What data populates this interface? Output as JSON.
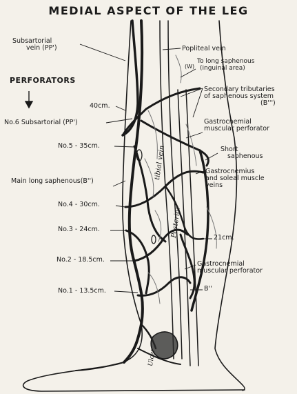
{
  "title": "MEDIAL ASPECT OF THE LEG",
  "heading": "PERFORATORS",
  "labels": {
    "subsartorial_vein_1": "Subsartorial",
    "subsartorial_vein_2": "vein (PP')",
    "popliteal_vein": "Popliteal vein",
    "w_mark": "(W)",
    "to_long_saph_1": "To long saphenous",
    "to_long_saph_2": "(inguinal area)",
    "secondary_1": "Secondary tributaries",
    "secondary_2": "of saphenous system",
    "secondary_3": "(B''')",
    "cm40": "40cm.",
    "no6": "No.6  Subsartorial (PP')",
    "gastro_musc_1": "Gastrocnemial",
    "gastro_musc_2": "muscular perforator",
    "no5": "No.5 - 35cm.",
    "short_saph_1": "Short",
    "short_saph_2": "saphenous",
    "main_long_saph": "Main long saphenous(B'')",
    "no4": "No.4 - 30cm.",
    "gastro_soleal_1": "Gastrocnemius",
    "gastro_soleal_2": "and soleal muscle",
    "gastro_soleal_3": "veins",
    "no3": "No.3 - 24cm.",
    "cm21": "21cm.",
    "no2": "No.2 - 18.5cm.",
    "gastro_perf_1": "Gastrocnemial",
    "gastro_perf_2": "muscular perforator",
    "no1": "No.1 - 13.5cm.",
    "b_double": "B''",
    "tibial_vein": "tibial vein",
    "posterior": "Posterior",
    "ulcer": "Ulcer"
  }
}
